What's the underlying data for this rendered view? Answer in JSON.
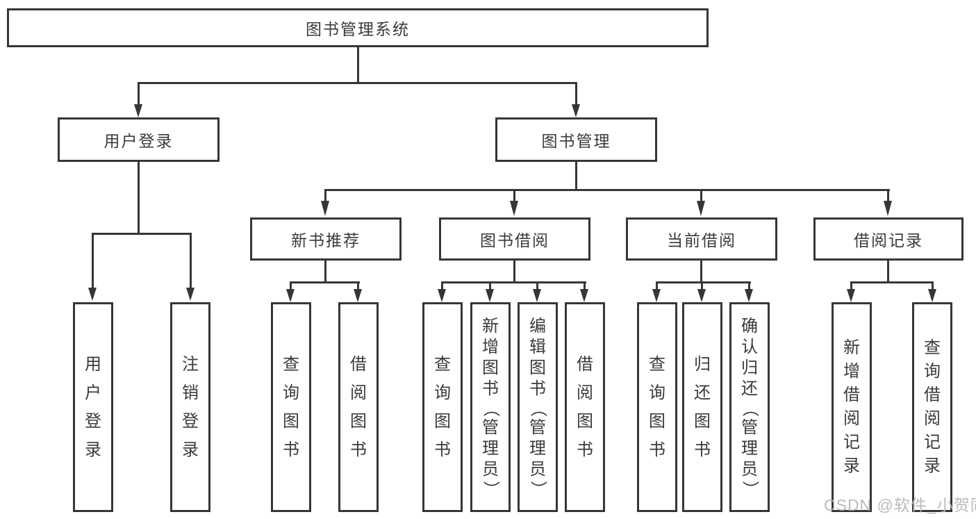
{
  "diagram": {
    "root": {
      "label": "图书管理系统"
    },
    "branches": [
      {
        "label": "用户登录",
        "children": [
          {
            "label": "用户登录"
          },
          {
            "label": "注销登录"
          }
        ]
      },
      {
        "label": "图书管理",
        "children": [
          {
            "label": "新书推荐",
            "children": [
              {
                "label": "查询图书"
              },
              {
                "label": "借阅图书"
              }
            ]
          },
          {
            "label": "图书借阅",
            "children": [
              {
                "label": "查询图书"
              },
              {
                "label": "新增图书（管理员）"
              },
              {
                "label": "编辑图书（管理员）"
              },
              {
                "label": "借阅图书"
              }
            ]
          },
          {
            "label": "当前借阅",
            "children": [
              {
                "label": "查询图书"
              },
              {
                "label": "归还图书"
              },
              {
                "label": "确认归还（管理员）"
              }
            ]
          },
          {
            "label": "借阅记录",
            "children": [
              {
                "label": "新增借阅记录"
              },
              {
                "label": "查询借阅记录"
              }
            ]
          }
        ]
      }
    ]
  },
  "watermark": {
    "text": "CSDN @软件_小贺同学"
  },
  "colors": {
    "line": "#363636",
    "text": "#3a3a3e",
    "background": "#ffffff",
    "watermark": "#b5b5b5"
  }
}
